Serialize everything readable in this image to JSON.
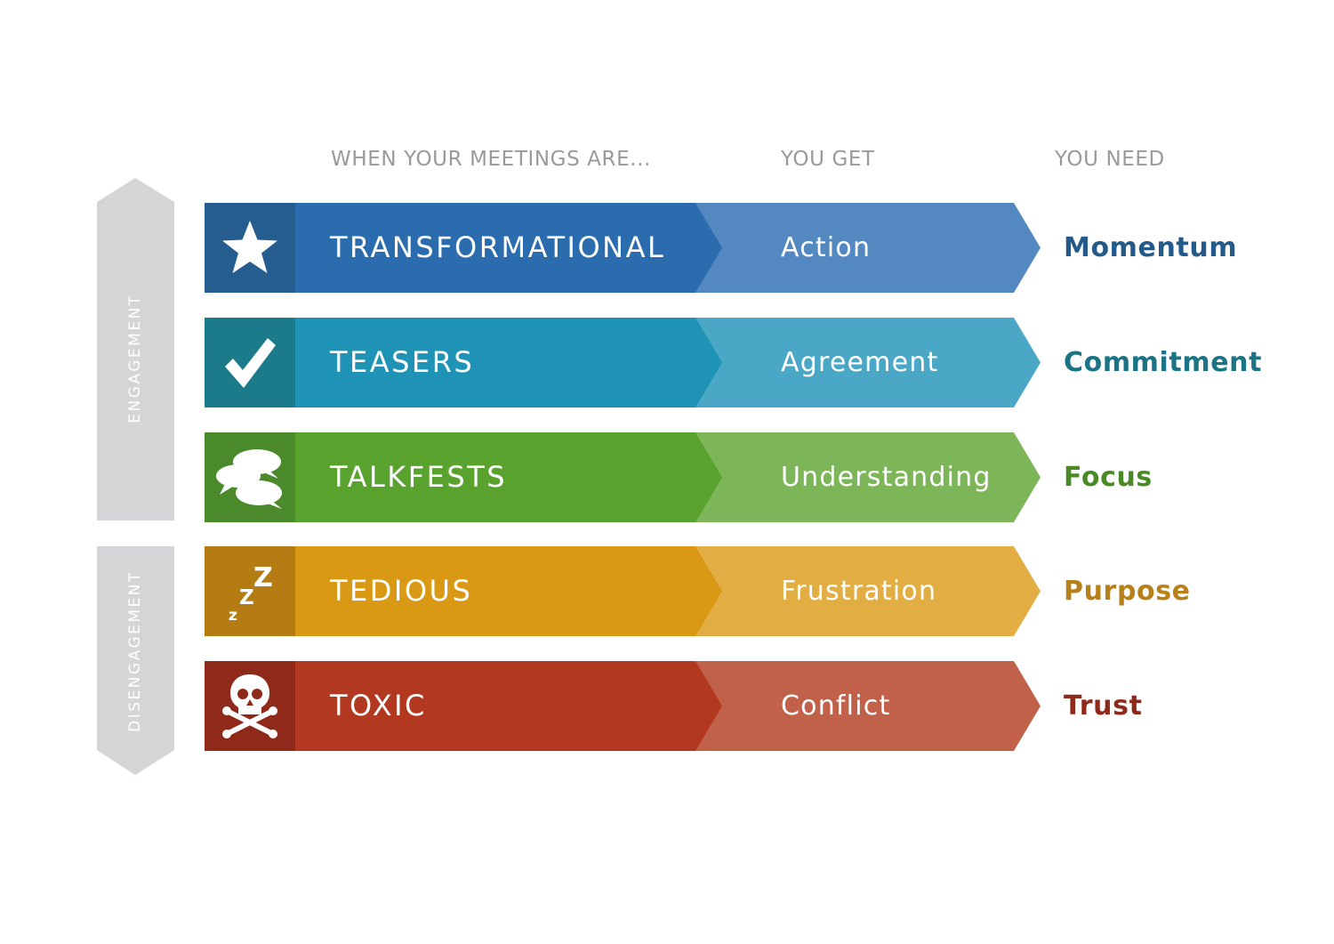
{
  "headers": {
    "meetings": "WHEN YOUR MEETINGS ARE...",
    "get": "YOU GET",
    "need": "YOU NEED"
  },
  "axis": {
    "upper_label": "ENGAGEMENT",
    "lower_label": "DISENGAGEMENT",
    "color": "#d4d5d7"
  },
  "rows": [
    {
      "icon": "star-icon",
      "type": "TRANSFORMATIONAL",
      "get": "Action",
      "need": "Momentum",
      "colors": {
        "icon_bg": "#265d8f",
        "main": "#2b6cae",
        "light": "#5388c0",
        "need": "#235a8a"
      }
    },
    {
      "icon": "checkmark-icon",
      "type": "TEASERS",
      "get": "Agreement",
      "need": "Commitment",
      "colors": {
        "icon_bg": "#1b7b8a",
        "main": "#1f93b5",
        "light": "#4aa8c6",
        "need": "#1b7485"
      }
    },
    {
      "icon": "speech-bubbles-icon",
      "type": "TALKFESTS",
      "get": "Understanding",
      "need": "Focus",
      "colors": {
        "icon_bg": "#4a8a2a",
        "main": "#59a22e",
        "light": "#7db559",
        "need": "#4a8a26"
      }
    },
    {
      "icon": "sleep-zzz-icon",
      "type": "TEDIOUS",
      "get": "Frustration",
      "need": "Purpose",
      "colors": {
        "icon_bg": "#b57c14",
        "main": "#da9915",
        "light": "#e2ae43",
        "need": "#b88019"
      }
    },
    {
      "icon": "skull-crossbones-icon",
      "type": "TOXIC",
      "get": "Conflict",
      "need": "Trust",
      "colors": {
        "icon_bg": "#8f2a1b",
        "main": "#b23820",
        "light": "#c2614a",
        "need": "#8f2a1b"
      }
    }
  ]
}
